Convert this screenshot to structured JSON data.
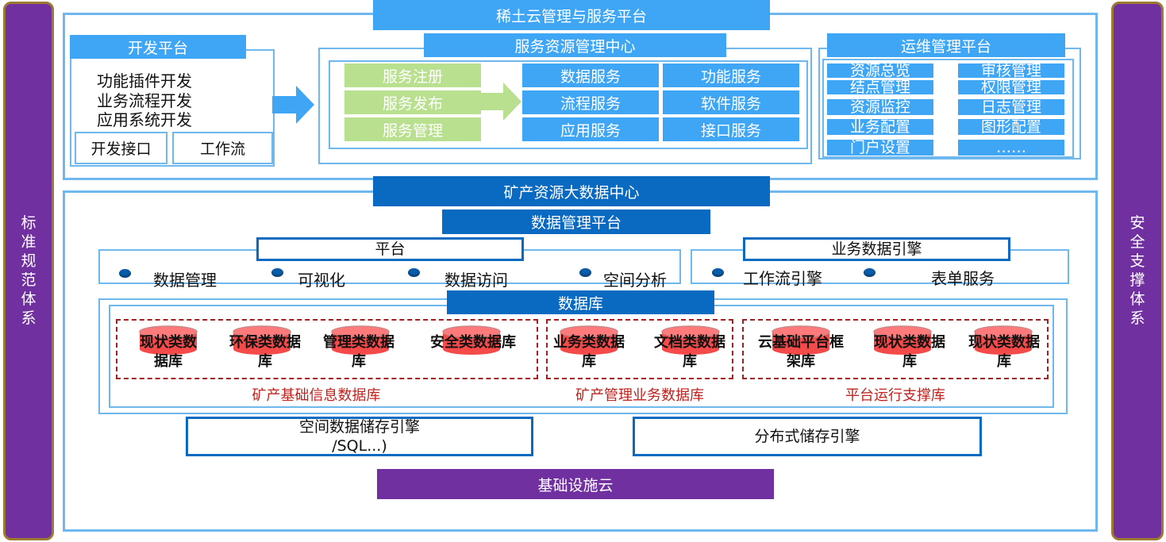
{
  "left_side": {
    "label": "标准规范体系"
  },
  "right_side": {
    "label": "安全支撑体系"
  },
  "top_platform": {
    "title": "稀土云管理与服务平台",
    "dev_platform": {
      "title": "开发平台",
      "lines": [
        "功能插件开发",
        "业务流程开发",
        "应用系统开发"
      ],
      "interface_label": "开发接口",
      "workflow_label": "工作流"
    },
    "service_center": {
      "title": "服务资源管理中心",
      "green_items": [
        "服务注册",
        "服务发布",
        "服务管理"
      ],
      "services": [
        "数据服务",
        "功能服务",
        "流程服务",
        "软件服务",
        "应用服务",
        "接口服务"
      ]
    },
    "ops_platform": {
      "title": "运维管理平台",
      "items": [
        "资源总览",
        "审核管理",
        "结点管理",
        "权限管理",
        "资源监控",
        "日志管理",
        "业务配置",
        "图形配置",
        "门户设置",
        "……"
      ]
    }
  },
  "big_data": {
    "title": "矿产资源大数据中心",
    "data_mgmt_title": "数据管理平台",
    "platform": {
      "title": "平台",
      "items": [
        "数据管理",
        "可视化",
        "数据访问",
        "空间分析"
      ]
    },
    "engine": {
      "title": "业务数据引擎",
      "items": [
        "工作流引擎",
        "表单服务"
      ]
    },
    "database": {
      "title": "数据库",
      "groups": [
        {
          "label": "矿产基础信息数据库",
          "dbs": [
            [
              "现状类数",
              "据库"
            ],
            [
              "环保类数据",
              "库"
            ],
            [
              "管理类数据",
              "库"
            ],
            [
              "安全类数据库",
              ""
            ]
          ]
        },
        {
          "label": "矿产管理业务数据库",
          "dbs": [
            [
              "业务类数据",
              "库"
            ],
            [
              "文档类数据",
              "库"
            ]
          ]
        },
        {
          "label": "平台运行支撑库",
          "dbs": [
            [
              "云基础平台框",
              "架库"
            ],
            [
              "现状类数据",
              "库"
            ],
            [
              "现状类数据",
              "库"
            ]
          ]
        }
      ]
    },
    "spatial_engine": [
      "空间数据储存引擎",
      "/SQL...)"
    ],
    "distributed_engine": "分布式储存引擎",
    "infra": "基础设施云"
  },
  "colors": {
    "light_blue": "#3fa6f5",
    "dark_blue": "#0a6ac2",
    "green": "#b8e08f",
    "purple": "#7030a0",
    "red_db": "#f44a4a"
  }
}
